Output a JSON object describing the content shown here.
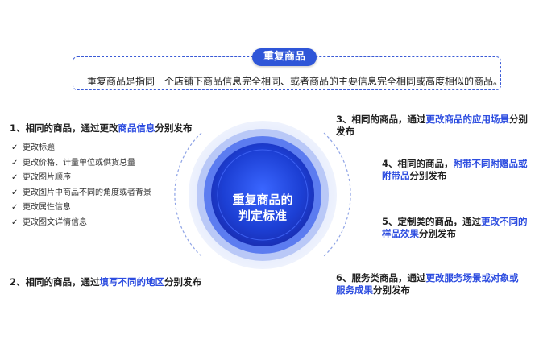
{
  "title": "重复商品",
  "definition": "重复商品是指同一个店铺下商品信息完全相同、或者商品的主要信息完全相同或高度相似的商品。",
  "center": {
    "line1": "重复商品的",
    "line2": "判定标准"
  },
  "left": {
    "item1": {
      "prefix": "1、相同的商品，通过更改",
      "highlight": "商品信息",
      "suffix": "分别发布"
    },
    "subitems": [
      "更改标题",
      "更改价格、计量单位或供货总量",
      "更改图片顺序",
      "更改图片中商品不同的角度或者背景",
      "更改属性信息",
      "更改图文详情信息"
    ],
    "item2": {
      "prefix": "2、相同的商品，通过",
      "highlight": "填写不同的地区",
      "suffix": "分别发布"
    }
  },
  "right": {
    "item3": {
      "prefix": "3、相同的商品，通过",
      "highlight": "更改商品的应用场景",
      "suffix": "分别",
      "line2": "发布"
    },
    "item4": {
      "prefix": "4、相同的商品，",
      "highlight": "附带不同附赠品或",
      "line2_highlight": "附带品",
      "suffix": "分别发布"
    },
    "item5": {
      "prefix": "5、定制类的商品，通过",
      "highlight": "更改不同的",
      "line2_highlight": "样品效果",
      "suffix": "分别发布"
    },
    "item6": {
      "prefix": "6、服务类商品，通过",
      "highlight": "更改服务场景或对象或",
      "line2_highlight": "服务成果",
      "suffix": "分别发布"
    }
  },
  "colors": {
    "accent": "#2d4de0",
    "pill": "#2f56d8",
    "circle_outer": "#dfe6fb",
    "circle_inner": "#1f3fd0"
  }
}
